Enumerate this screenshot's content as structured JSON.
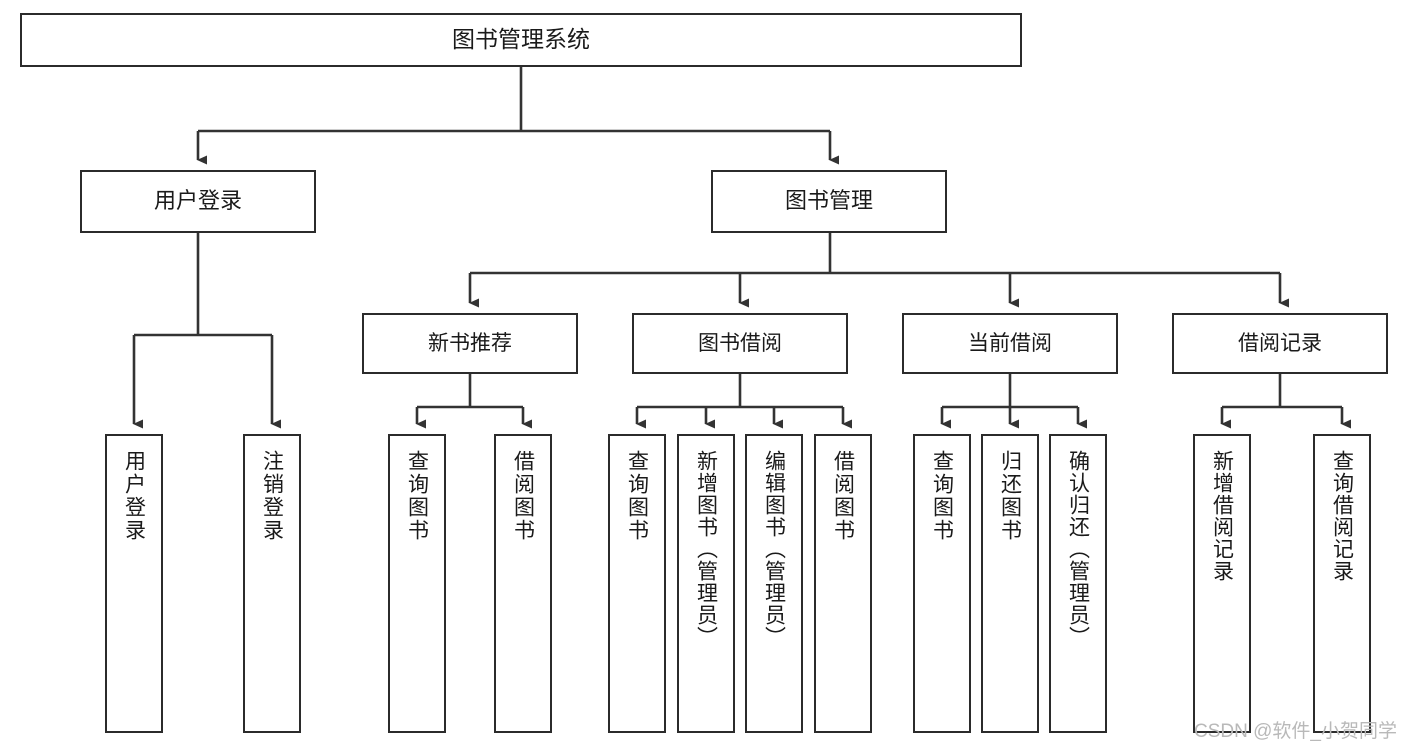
{
  "diagram": {
    "type": "tree-hierarchy",
    "title": "图书管理系统",
    "watermark": "CSDN @软件_小贺同学",
    "colors": {
      "box_border": "#2b2b2b",
      "box_fill": "#ffffff",
      "connector": "#333333",
      "text": "#1a1a1a",
      "watermark": "#b9b9b9"
    },
    "root": {
      "label": "图书管理系统"
    },
    "level2": [
      {
        "label": "用户登录"
      },
      {
        "label": "图书管理"
      }
    ],
    "level3": [
      {
        "label": "新书推荐"
      },
      {
        "label": "图书借阅"
      },
      {
        "label": "当前借阅"
      },
      {
        "label": "借阅记录"
      }
    ],
    "leaves": {
      "user_login": [
        {
          "label": "用户登录"
        },
        {
          "label": "注销登录"
        }
      ],
      "new_book_recommend": [
        {
          "label": "查询图书"
        },
        {
          "label": "借阅图书"
        }
      ],
      "book_borrow": [
        {
          "label": "查询图书"
        },
        {
          "label": "新增图书（管理员）"
        },
        {
          "label": "编辑图书（管理员）"
        },
        {
          "label": "借阅图书"
        }
      ],
      "current_borrow": [
        {
          "label": "查询图书"
        },
        {
          "label": "归还图书"
        },
        {
          "label": "确认归还（管理员）"
        }
      ],
      "borrow_record": [
        {
          "label": "新增借阅记录"
        },
        {
          "label": "查询借阅记录"
        }
      ]
    }
  }
}
